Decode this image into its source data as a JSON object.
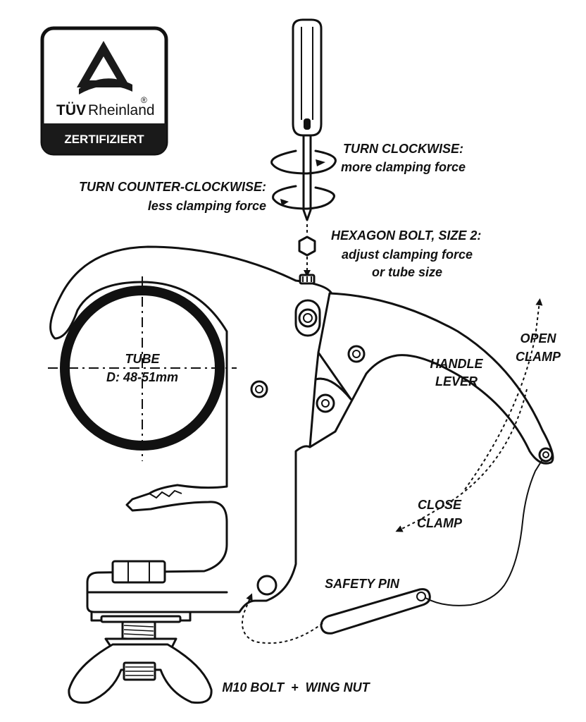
{
  "badge": {
    "brand": "TÜVRheinland",
    "brand_prefix": "TÜV",
    "brand_suffix": "Rheinland",
    "registered": "®",
    "certified": "ZERTIFIZIERT"
  },
  "labels": {
    "turn_cw_title": "TURN CLOCKWISE:",
    "turn_cw_sub": "more clamping force",
    "turn_ccw_title": "TURN COUNTER-CLOCKWISE:",
    "turn_ccw_sub": "less clamping force",
    "hex_title": "HEXAGON BOLT, SIZE 2:",
    "hex_sub1": "adjust clamping force",
    "hex_sub2": "or tube size",
    "tube_title": "TUBE",
    "tube_size": "D: 48-51mm",
    "handle1": "HANDLE",
    "handle2": "LEVER",
    "open1": "OPEN",
    "open2": "CLAMP",
    "close1": "CLOSE",
    "close2": "CLAMP",
    "safety_pin": "SAFETY PIN",
    "bolt": "M10 BOLT  +  WING NUT"
  },
  "colors": {
    "ink": "#111111",
    "paper": "#ffffff",
    "badge_dark": "#1a1a1a"
  },
  "icons": [
    "tuv-triangle-icon",
    "screwdriver-icon",
    "hexagon-bolt-icon",
    "rotation-arrow-icon",
    "wing-nut-icon"
  ]
}
